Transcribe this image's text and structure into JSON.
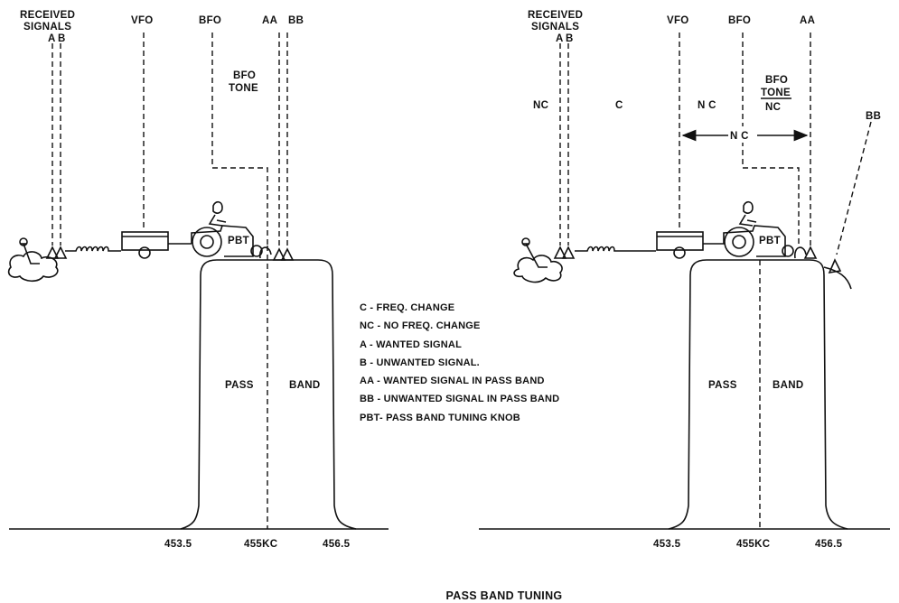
{
  "title": "PASS BAND TUNING",
  "left_panel": {
    "received_signals": [
      "RECEIVED",
      "SIGNALS"
    ],
    "signal_a": "A",
    "signal_b": "B",
    "vfo": "VFO",
    "bfo": "BFO",
    "aa": "AA",
    "bb": "BB",
    "bfo_tone": [
      "BFO",
      "TONE"
    ],
    "knob": "PBT",
    "pass": "PASS",
    "band": "BAND",
    "ticks": [
      "453.5",
      "455KC",
      "456.5"
    ]
  },
  "right_panel": {
    "received_signals": [
      "RECEIVED",
      "SIGNALS"
    ],
    "signal_a": "A",
    "signal_b": "B",
    "vfo": "VFO",
    "bfo": "BFO",
    "aa": "AA",
    "bb": "BB",
    "bfo_tone": [
      "BFO",
      "TONE",
      "NC"
    ],
    "nc_left": "NC",
    "c_label": "C",
    "nc_mid": "N C",
    "nc_span": "N C",
    "knob": "PBT",
    "pass": "PASS",
    "band": "BAND",
    "ticks": [
      "453.5",
      "455KC",
      "456.5"
    ]
  },
  "legend": [
    "C -  FREQ. CHANGE",
    "NC - NO FREQ. CHANGE",
    "A  -  WANTED SIGNAL",
    "B  -  UNWANTED SIGNAL.",
    "AA - WANTED SIGNAL IN PASS BAND",
    "BB - UNWANTED SIGNAL IN PASS BAND",
    "PBT- PASS BAND TUNING KNOB"
  ]
}
